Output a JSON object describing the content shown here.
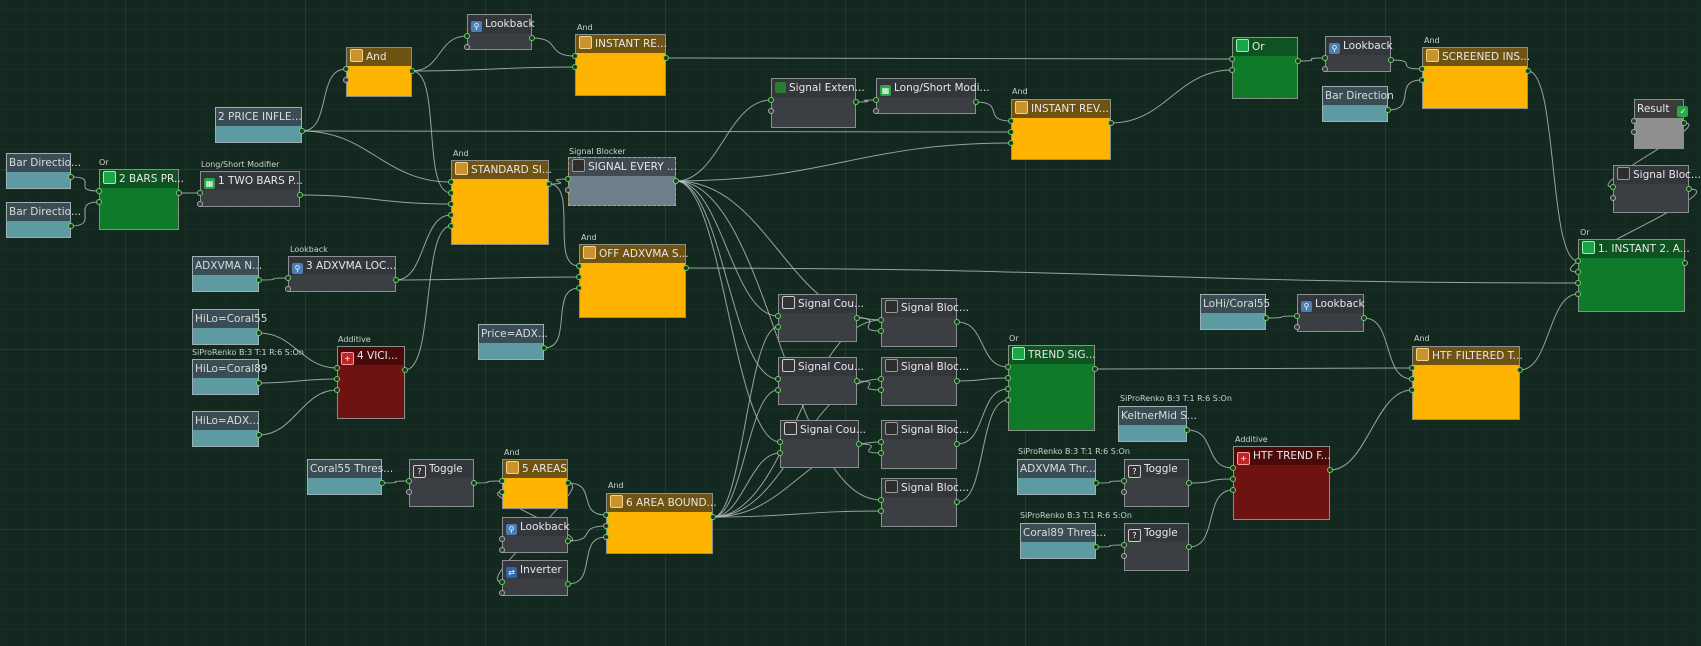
{
  "colors": {
    "background": "#13291f",
    "wire": "#b9c2bf",
    "port_out": "#5fd45f",
    "and_node": "#feb301",
    "or_node": "#0e7a2a",
    "additive_node": "#6e1212",
    "input_node": "#5e9aa1"
  },
  "nodes": {
    "and1": {
      "title": "And"
    },
    "lookback1": {
      "title": "Lookback"
    },
    "instant_re": {
      "caption": "And",
      "title": "INSTANT RE..."
    },
    "price_infle": {
      "title": "2 PRICE INFLE..."
    },
    "bar_dir1": {
      "title": "Bar Directio..."
    },
    "bar_dir2": {
      "title": "Bar Directio..."
    },
    "bars_pr": {
      "caption": "Or",
      "title": "2 BARS PR..."
    },
    "two_bars": {
      "caption": "Long/Short Modifier",
      "title": "1 TWO BARS P..."
    },
    "standard_si": {
      "caption": "And",
      "title": "STANDARD SI..."
    },
    "signal_every": {
      "caption": "Signal Blocker",
      "title": "SIGNAL EVERY ..."
    },
    "signal_exten": {
      "title": "Signal Exten..."
    },
    "ls_modi": {
      "title": "Long/Short Modi..."
    },
    "instant_rev": {
      "caption": "And",
      "title": "INSTANT REV..."
    },
    "or_top": {
      "title": "Or"
    },
    "lookback_top": {
      "title": "Lookback"
    },
    "bar_direction": {
      "title": "Bar Direction"
    },
    "screened": {
      "caption": "And",
      "title": "SCREENED INS..."
    },
    "result": {
      "title": "Result"
    },
    "signal_bloc_r": {
      "title": "Signal Bloc..."
    },
    "instant_final": {
      "caption": "Or",
      "title": "1. INSTANT 2. A..."
    },
    "adxvma_n": {
      "title": "ADXVMA N..."
    },
    "adxvma_loc": {
      "caption": "Lookback",
      "title": "3 ADXVMA LOC..."
    },
    "off_adxvma": {
      "caption": "And",
      "title": "OFF ADXVMA S..."
    },
    "price_adx": {
      "title": "Price=ADX..."
    },
    "hilo55": {
      "title": "HiLo=Coral55"
    },
    "hilo89": {
      "caption": "SiProRenko B:3 T:1 R:6 S:On",
      "title": "HiLo=Coral89"
    },
    "hilo_adx": {
      "title": "HiLo=ADX..."
    },
    "vici": {
      "caption": "Additive",
      "title": "4 VICI..."
    },
    "sig_cou1": {
      "title": "Signal Cou..."
    },
    "sig_cou2": {
      "title": "Signal Cou..."
    },
    "sig_cou3": {
      "title": "Signal Cou..."
    },
    "sig_bloc1": {
      "title": "Signal Bloc..."
    },
    "sig_bloc2": {
      "title": "Signal Bloc..."
    },
    "sig_bloc3": {
      "title": "Signal Bloc..."
    },
    "sig_bloc4": {
      "title": "Signal Bloc..."
    },
    "trend_sig": {
      "caption": "Or",
      "title": "TREND SIG..."
    },
    "lohi": {
      "title": "LoHi/Coral55"
    },
    "lookback_mid": {
      "title": "Lookback"
    },
    "keltner": {
      "caption": "SiProRenko B:3 T:1 R:6 S:On",
      "title": "KeltnerMid S..."
    },
    "htf_filtered": {
      "caption": "And",
      "title": "HTF FILTERED T..."
    },
    "coral55_thres": {
      "title": "Coral55 Thres..."
    },
    "toggle1": {
      "title": "Toggle"
    },
    "areas5": {
      "caption": "And",
      "title": "5 AREAS"
    },
    "lookback_low": {
      "title": "Lookback"
    },
    "inverter": {
      "title": "Inverter"
    },
    "area_bound": {
      "caption": "And",
      "title": "6 AREA BOUND..."
    },
    "adxvma_thr": {
      "caption": "SiProRenko B:3 T:1 R:6 S:On",
      "title": "ADXVMA Thr..."
    },
    "toggle2": {
      "title": "Toggle"
    },
    "htf_trend": {
      "caption": "Additive",
      "title": "HTF TREND F..."
    },
    "coral89_thres": {
      "caption": "SiProRenko B:3 T:1 R:6 S:On",
      "title": "Coral89 Thres..."
    },
    "toggle3": {
      "title": "Toggle"
    }
  }
}
